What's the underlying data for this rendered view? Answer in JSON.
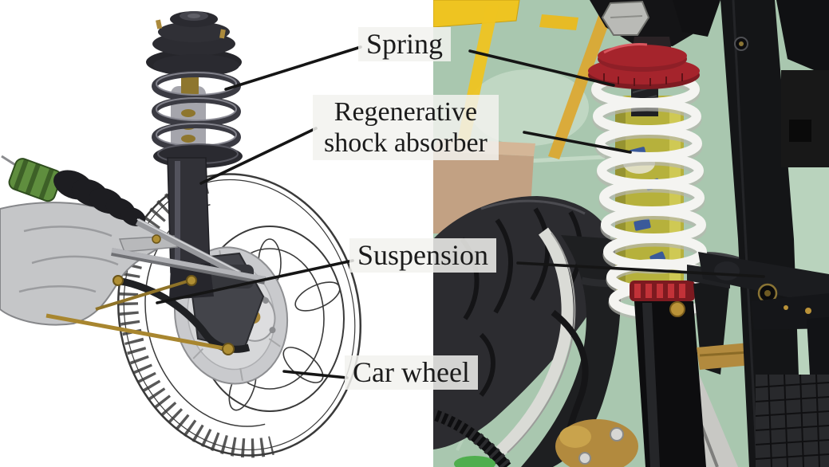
{
  "labels": {
    "spring": "Spring",
    "regenerative_line1": "Regenerative",
    "regenerative_line2": "shock absorber",
    "suspension": "Suspension",
    "car_wheel": "Car wheel"
  },
  "colors": {
    "label-text": "#1b1b1b",
    "leader-line": "#151515",
    "floor-green": "#a9c7af",
    "frame-yellow": "#eec421",
    "cap-red": "#a5242c",
    "spring-white": "#f4f4f1",
    "absorber-yellow": "#b6b13c",
    "absorber-mark-blue": "#3a5a9a",
    "tire-dark": "#2c2c30",
    "fender-silver": "#dadbd6",
    "brass-gold": "#b28a3e",
    "frame-black": "#141517",
    "box-tan": "#c2a183"
  }
}
